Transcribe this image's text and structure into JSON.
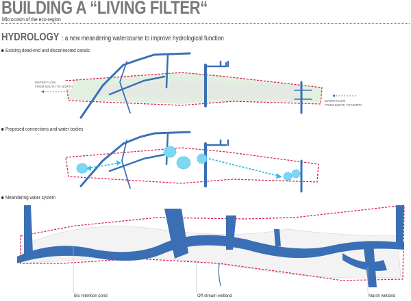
{
  "title": "BUILDING A “LIVING FILTER“",
  "subtitle": "Microcosm of the eco-region",
  "section": {
    "heading": "HYDROLOGY",
    "description": ": a new meandering watercourse to improve hydrological function"
  },
  "panels": [
    {
      "label": "Existing dead-end and disconnected canals"
    },
    {
      "label": "Proposed connections and water bodies"
    },
    {
      "label": "Meandering water system"
    }
  ],
  "flow_labels": {
    "left": [
      "WATER FLOW",
      "FROM SOUTH TO NORTH"
    ],
    "right": [
      "WATER FLOW",
      "FROM SOUTH TO NORTH"
    ]
  },
  "callouts": [
    "Bio retention pond",
    "Off-stream wetland",
    "Marsh wetland"
  ],
  "colors": {
    "water": "#3a6fb5",
    "boundary": "#d9204f",
    "proposed": "#35c0e8",
    "green": "#d6ebd2"
  }
}
